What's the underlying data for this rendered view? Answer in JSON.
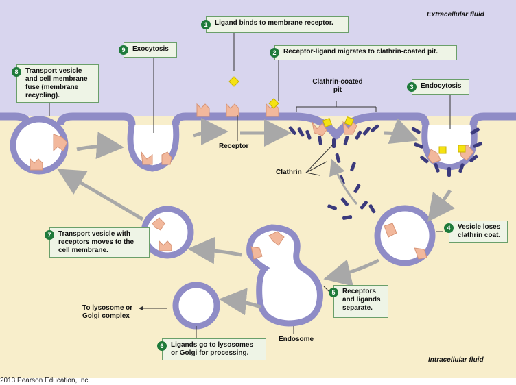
{
  "regions": {
    "extracellular": "Extracellular fluid",
    "intracellular": "Intracellular fluid"
  },
  "steps": [
    {
      "number": "1",
      "text": "Ligand binds to membrane receptor."
    },
    {
      "number": "2",
      "text": "Receptor-ligand migrates to clathrin-coated pit."
    },
    {
      "number": "3",
      "text": "Endocytosis"
    },
    {
      "number": "4",
      "text": "Vesicle loses clathrin coat."
    },
    {
      "number": "5",
      "text": "Receptors and ligands separate."
    },
    {
      "number": "6",
      "text": "Ligands go to lysosomes or Golgi for processing."
    },
    {
      "number": "7",
      "text": "Transport vesicle with receptors moves to the cell membrane."
    },
    {
      "number": "8",
      "text": "Transport vesicle and cell membrane fuse (membrane recycling)."
    },
    {
      "number": "9",
      "text": "Exocytosis"
    }
  ],
  "labels": {
    "clathrin_pit": "Clathrin-coated pit",
    "receptor": "Receptor",
    "clathrin": "Clathrin",
    "endosome": "Endosome",
    "lysosome": "To lysosome or Golgi complex"
  },
  "copyright": "2013 Pearson Education, Inc.",
  "colors": {
    "extracellular": "#d8d5ee",
    "intracellular": "#f8eecb",
    "membrane": "#8f8cc6",
    "receptor": "#f2b89c",
    "ligand": "#f5e212",
    "clathrin": "#3b3a7c",
    "callout_border": "#6a9f6a",
    "step_number": "#1e7a3a"
  }
}
